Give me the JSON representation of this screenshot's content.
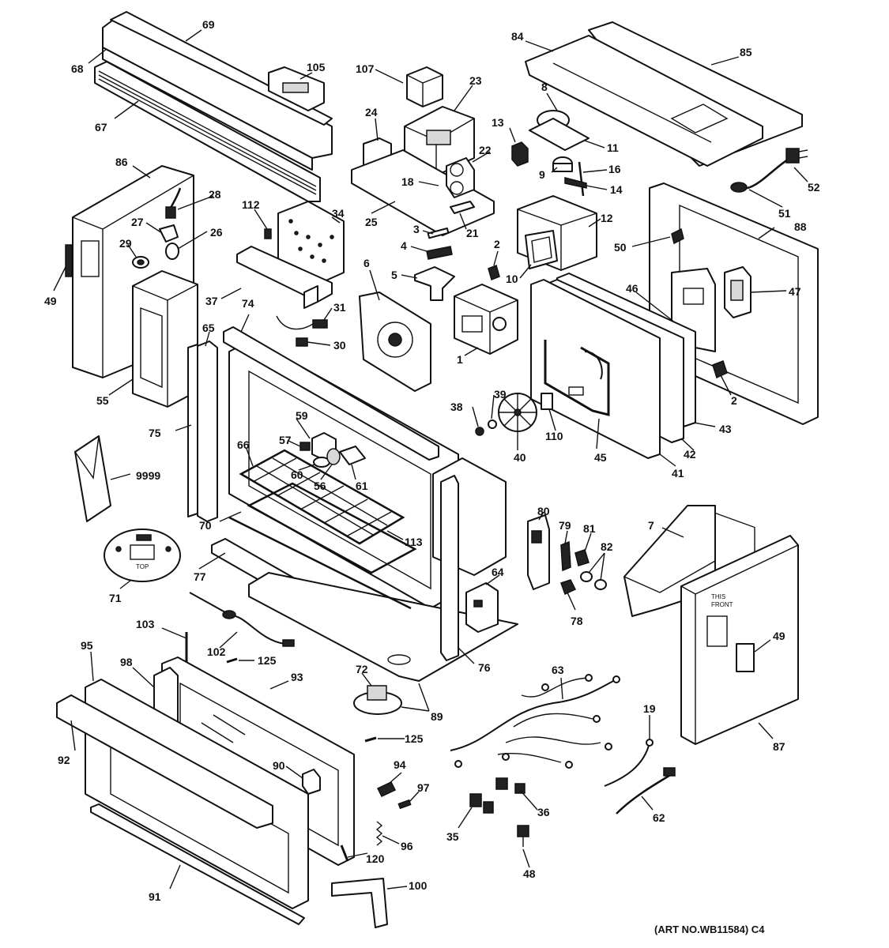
{
  "callouts": [
    {
      "id": "69",
      "text": "69"
    },
    {
      "id": "68",
      "text": "68"
    },
    {
      "id": "105",
      "text": "105"
    },
    {
      "id": "67",
      "text": "67"
    },
    {
      "id": "107",
      "text": "107"
    },
    {
      "id": "23",
      "text": "23"
    },
    {
      "id": "24",
      "text": "24"
    },
    {
      "id": "84",
      "text": "84"
    },
    {
      "id": "85",
      "text": "85"
    },
    {
      "id": "8",
      "text": "8"
    },
    {
      "id": "13",
      "text": "13"
    },
    {
      "id": "11",
      "text": "11"
    },
    {
      "id": "22",
      "text": "22"
    },
    {
      "id": "9",
      "text": "9"
    },
    {
      "id": "16",
      "text": "16"
    },
    {
      "id": "18",
      "text": "18"
    },
    {
      "id": "14",
      "text": "14"
    },
    {
      "id": "52",
      "text": "52"
    },
    {
      "id": "86",
      "text": "86"
    },
    {
      "id": "28",
      "text": "28"
    },
    {
      "id": "25",
      "text": "25"
    },
    {
      "id": "21",
      "text": "21"
    },
    {
      "id": "12",
      "text": "12"
    },
    {
      "id": "51",
      "text": "51"
    },
    {
      "id": "112",
      "text": "112"
    },
    {
      "id": "34",
      "text": "34"
    },
    {
      "id": "3",
      "text": "3"
    },
    {
      "id": "27",
      "text": "27"
    },
    {
      "id": "26",
      "text": "26"
    },
    {
      "id": "88",
      "text": "88"
    },
    {
      "id": "29",
      "text": "29"
    },
    {
      "id": "4",
      "text": "4"
    },
    {
      "id": "2a",
      "text": "2"
    },
    {
      "id": "50",
      "text": "50"
    },
    {
      "id": "6",
      "text": "6"
    },
    {
      "id": "5",
      "text": "5"
    },
    {
      "id": "10",
      "text": "10"
    },
    {
      "id": "49a",
      "text": "49"
    },
    {
      "id": "37",
      "text": "37"
    },
    {
      "id": "74",
      "text": "74"
    },
    {
      "id": "46",
      "text": "46"
    },
    {
      "id": "47",
      "text": "47"
    },
    {
      "id": "31",
      "text": "31"
    },
    {
      "id": "65",
      "text": "65"
    },
    {
      "id": "30",
      "text": "30"
    },
    {
      "id": "1",
      "text": "1"
    },
    {
      "id": "55",
      "text": "55"
    },
    {
      "id": "39",
      "text": "39"
    },
    {
      "id": "2b",
      "text": "2"
    },
    {
      "id": "38",
      "text": "38"
    },
    {
      "id": "59",
      "text": "59"
    },
    {
      "id": "43",
      "text": "43"
    },
    {
      "id": "75",
      "text": "75"
    },
    {
      "id": "57",
      "text": "57"
    },
    {
      "id": "110",
      "text": "110"
    },
    {
      "id": "66",
      "text": "66"
    },
    {
      "id": "40",
      "text": "40"
    },
    {
      "id": "45",
      "text": "45"
    },
    {
      "id": "42",
      "text": "42"
    },
    {
      "id": "60",
      "text": "60"
    },
    {
      "id": "56",
      "text": "56"
    },
    {
      "id": "61",
      "text": "61"
    },
    {
      "id": "41",
      "text": "41"
    },
    {
      "id": "9999",
      "text": "9999"
    },
    {
      "id": "80",
      "text": "80"
    },
    {
      "id": "7",
      "text": "7"
    },
    {
      "id": "70",
      "text": "70"
    },
    {
      "id": "79",
      "text": "79"
    },
    {
      "id": "81",
      "text": "81"
    },
    {
      "id": "82",
      "text": "82"
    },
    {
      "id": "113",
      "text": "113"
    },
    {
      "id": "77",
      "text": "77"
    },
    {
      "id": "64",
      "text": "64"
    },
    {
      "id": "71",
      "text": "71"
    },
    {
      "id": "49b",
      "text": "49"
    },
    {
      "id": "78",
      "text": "78"
    },
    {
      "id": "103",
      "text": "103"
    },
    {
      "id": "95",
      "text": "95"
    },
    {
      "id": "102",
      "text": "102"
    },
    {
      "id": "125a",
      "text": "125"
    },
    {
      "id": "98",
      "text": "98"
    },
    {
      "id": "76",
      "text": "76"
    },
    {
      "id": "93",
      "text": "93"
    },
    {
      "id": "72",
      "text": "72"
    },
    {
      "id": "63",
      "text": "63"
    },
    {
      "id": "89",
      "text": "89"
    },
    {
      "id": "19",
      "text": "19"
    },
    {
      "id": "87",
      "text": "87"
    },
    {
      "id": "125b",
      "text": "125"
    },
    {
      "id": "92",
      "text": "92"
    },
    {
      "id": "90",
      "text": "90"
    },
    {
      "id": "94",
      "text": "94"
    },
    {
      "id": "97",
      "text": "97"
    },
    {
      "id": "36",
      "text": "36"
    },
    {
      "id": "62",
      "text": "62"
    },
    {
      "id": "35",
      "text": "35"
    },
    {
      "id": "96",
      "text": "96"
    },
    {
      "id": "120",
      "text": "120"
    },
    {
      "id": "48",
      "text": "48"
    },
    {
      "id": "91",
      "text": "91"
    },
    {
      "id": "100",
      "text": "100"
    }
  ],
  "art_number": "(ART NO.WB11584) C4",
  "panel_markings": {
    "template_top": "TOP",
    "side_panel_front_line1": "THIS",
    "side_panel_front_line2": "FRONT"
  }
}
